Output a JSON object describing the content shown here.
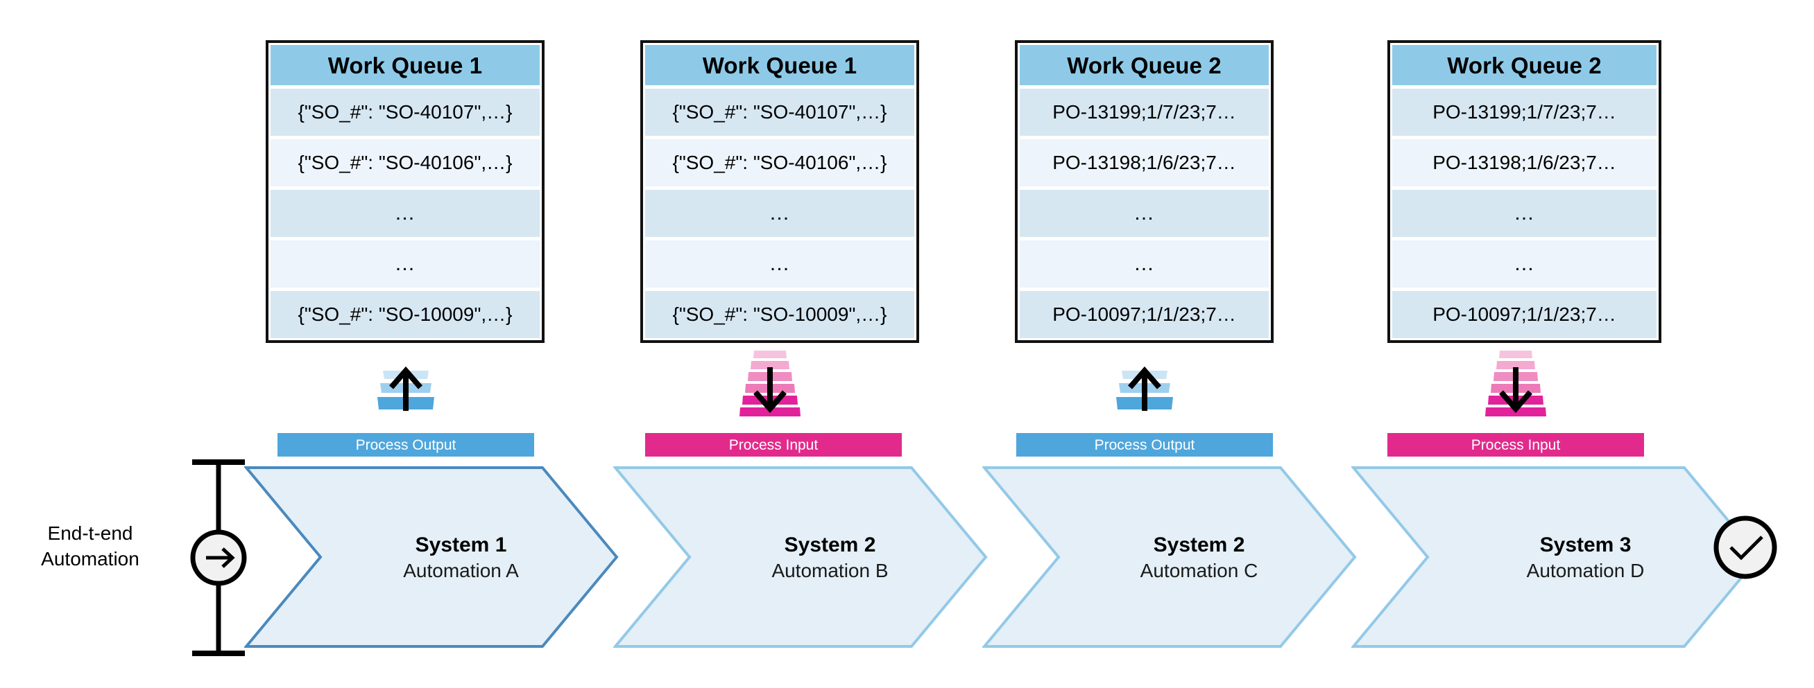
{
  "diagram": {
    "title": "End-to-end Automation process flow with work queues",
    "colors": {
      "header_blue": "#8ECAE8",
      "row_dark": "#D6E7F2",
      "row_light": "#EDF4FB",
      "process_output": "#4EA6DC",
      "process_input": "#E22A8D",
      "chevron_fill": "#E4EFF7",
      "chevron_border_first": "#4A89BD",
      "chevron_border_rest": "#93C9E8",
      "stroke_black": "#111111"
    }
  },
  "end_to_end": {
    "label_line1": "End-t-end",
    "label_line2": "Automation",
    "start_icon": "arrow-right-icon",
    "end_icon": "check-icon"
  },
  "queues": [
    {
      "title": "Work Queue 1",
      "rows": [
        "{\"SO_#\": \"SO-40107\",…}",
        "{\"SO_#\": \"SO-40106\",…}",
        "…",
        "…",
        "{\"SO_#\": \"SO-10009\",…}"
      ]
    },
    {
      "title": "Work Queue 1",
      "rows": [
        "{\"SO_#\": \"SO-40107\",…}",
        "{\"SO_#\": \"SO-40106\",…}",
        "…",
        "…",
        "{\"SO_#\": \"SO-10009\",…}"
      ]
    },
    {
      "title": "Work Queue 2",
      "rows": [
        "PO-13199;1/7/23;7…",
        "PO-13198;1/6/23;7…",
        "…",
        "…",
        "PO-10097;1/1/23;7…"
      ]
    },
    {
      "title": "Work Queue 2",
      "rows": [
        "PO-13199;1/7/23;7…",
        "PO-13198;1/6/23;7…",
        "…",
        "…",
        "PO-10097;1/1/23;7…"
      ]
    }
  ],
  "transfers": [
    {
      "label": "Process Output",
      "kind": "output",
      "icon": "stack-up-arrow-icon",
      "color": "#4EA6DC"
    },
    {
      "label": "Process Input",
      "kind": "input",
      "icon": "stack-down-arrow-icon",
      "color": "#E22A8D"
    },
    {
      "label": "Process Output",
      "kind": "output",
      "icon": "stack-up-arrow-icon",
      "color": "#4EA6DC"
    },
    {
      "label": "Process Input",
      "kind": "input",
      "icon": "stack-down-arrow-icon",
      "color": "#E22A8D"
    }
  ],
  "stages": [
    {
      "system": "System 1",
      "automation": "Automation A"
    },
    {
      "system": "System 2",
      "automation": "Automation B"
    },
    {
      "system": "System 2",
      "automation": "Automation C"
    },
    {
      "system": "System 3",
      "automation": "Automation D"
    }
  ]
}
